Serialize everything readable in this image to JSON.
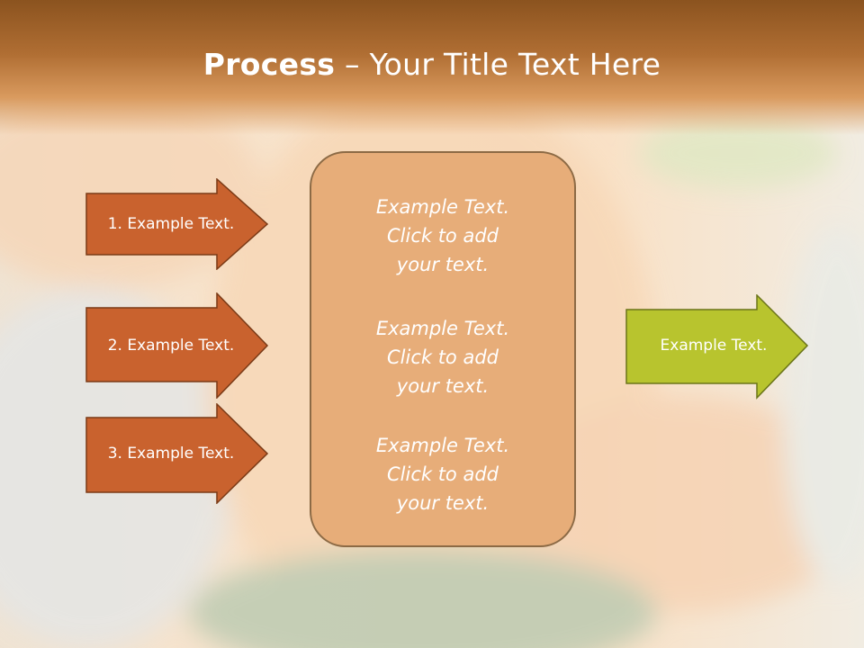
{
  "slide": {
    "title_bold": "Process",
    "title_rest": " – Your Title Text Here"
  },
  "left_steps": [
    {
      "label": "1. Example Text."
    },
    {
      "label": "2. Example Text."
    },
    {
      "label": "3. Example Text."
    }
  ],
  "center_box": {
    "paragraphs": [
      {
        "line1": "Example Text.",
        "line2": "Click  to add",
        "line3": "your text."
      },
      {
        "line1": "Example Text.",
        "line2": "Click  to add",
        "line3": "your text."
      },
      {
        "line1": "Example Text.",
        "line2": "Click  to add",
        "line3": "your text."
      }
    ]
  },
  "output": {
    "label": "Example Text."
  },
  "colors": {
    "header": "#a4632a",
    "step_arrow": "#c9622e",
    "center_box": "#e7ad79",
    "output_arrow": "#b8c42e"
  }
}
